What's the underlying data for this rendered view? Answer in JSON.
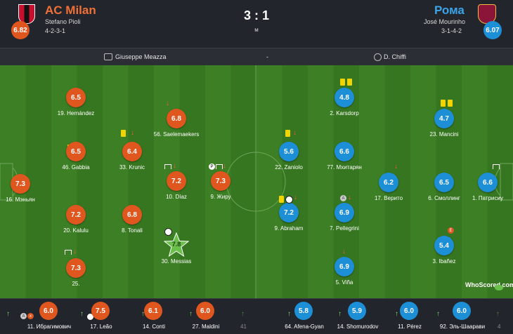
{
  "home": {
    "name": "AC Milan",
    "manager": "Stefano Pioli",
    "formation": "4-2-3-1",
    "rating": "6.82",
    "color": "#e0561f"
  },
  "away": {
    "name": "Рома",
    "manager": "José Mourinho",
    "formation": "3-1-4-2",
    "rating": "6.07",
    "color": "#1d8fd6"
  },
  "score": "3 : 1",
  "minute": "м",
  "venue": "Giuseppe Meazza",
  "separator": "-",
  "referee": "D. Chiffi",
  "home_players": [
    {
      "rating": "6.5",
      "name": "19. Hernández"
    },
    {
      "rating": "6.5",
      "name": "46. Gabbia"
    },
    {
      "rating": "7.3",
      "name": "16. Мэньян"
    },
    {
      "rating": "7.2",
      "name": "20. Kalulu"
    },
    {
      "rating": "7.3",
      "name": "25."
    },
    {
      "rating": "6.4",
      "name": "33. Krunic"
    },
    {
      "rating": "6.8",
      "name": "8. Tonali"
    },
    {
      "rating": "6.8",
      "name": "56. Saelemaekers"
    },
    {
      "rating": "7.2",
      "name": "10. Díaz"
    },
    {
      "rating": "7.3",
      "name": "9. Жиру"
    },
    {
      "rating": "7.8",
      "name": "30. Messias"
    }
  ],
  "away_players": [
    {
      "rating": "4.8",
      "name": "2. Karsdorp"
    },
    {
      "rating": "5.6",
      "name": "22. Zaniolo"
    },
    {
      "rating": "6.6",
      "name": "77. Мхитарян"
    },
    {
      "rating": "7.2",
      "name": "9. Abraham"
    },
    {
      "rating": "6.9",
      "name": "7. Pellegrini"
    },
    {
      "rating": "6.9",
      "name": "5. Viña"
    },
    {
      "rating": "6.2",
      "name": "17. Верито"
    },
    {
      "rating": "4.7",
      "name": "23. Mancini"
    },
    {
      "rating": "6.5",
      "name": "6. Смоллинг"
    },
    {
      "rating": "5.4",
      "name": "3. Ibañez"
    },
    {
      "rating": "6.6",
      "name": "1. Патрисиу"
    }
  ],
  "bench_home": [
    {
      "rating": "6.0",
      "name": "11. Ибрагимович"
    },
    {
      "rating": "7.5",
      "name": "17. Leão"
    },
    {
      "rating": "6.1",
      "name": "14. Conti"
    },
    {
      "rating": "6.0",
      "name": "27. Maldini"
    },
    {
      "rating": "",
      "name": "41"
    }
  ],
  "bench_away": [
    {
      "rating": "5.8",
      "name": "64. Afena-Gyan"
    },
    {
      "rating": "5.9",
      "name": "14. Shomurodov"
    },
    {
      "rating": "6.0",
      "name": "11. Pérez"
    },
    {
      "rating": "6.0",
      "name": "92. Эль-Шаарави"
    },
    {
      "rating": "",
      "name": "4"
    }
  ],
  "brand": "WhoScored.com"
}
